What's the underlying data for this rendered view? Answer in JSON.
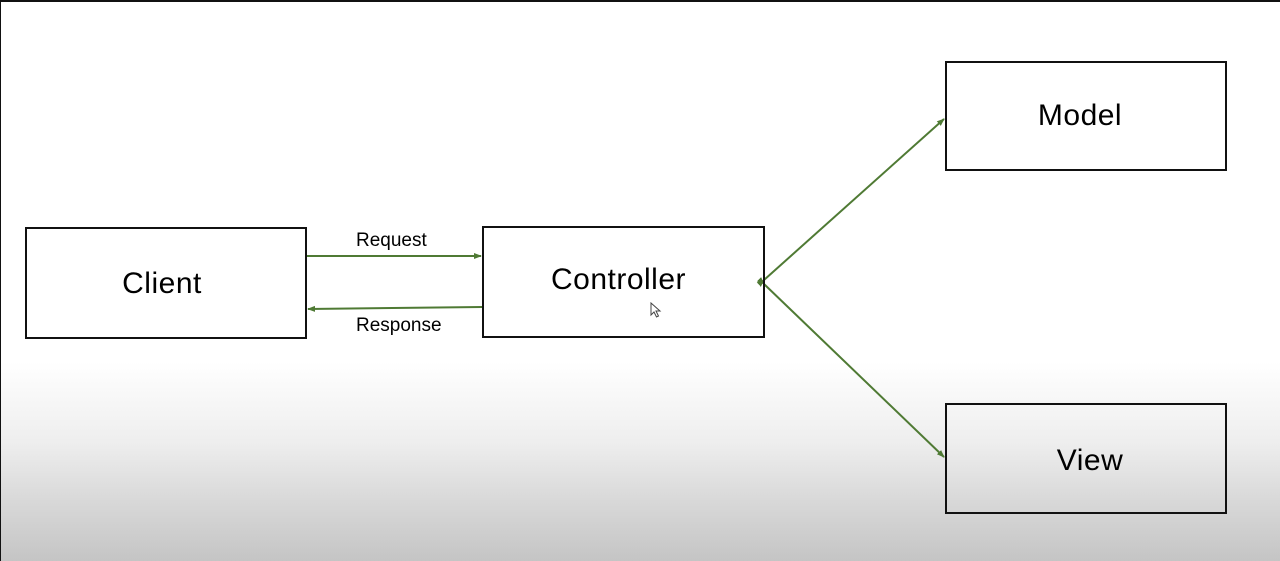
{
  "diagram": {
    "nodes": {
      "client": "Client",
      "controller": "Controller",
      "model": "Model",
      "view": "View"
    },
    "edges": {
      "request": "Request",
      "response": "Response"
    },
    "colors": {
      "arrow": "#4f7a34",
      "box_border": "#111111",
      "text": "#000000"
    },
    "connections": [
      {
        "from": "Client",
        "to": "Controller",
        "label": "Request"
      },
      {
        "from": "Controller",
        "to": "Client",
        "label": "Response"
      },
      {
        "from": "Controller",
        "to": "Model",
        "bidirectional": true
      },
      {
        "from": "Controller",
        "to": "View",
        "bidirectional": true
      }
    ]
  }
}
